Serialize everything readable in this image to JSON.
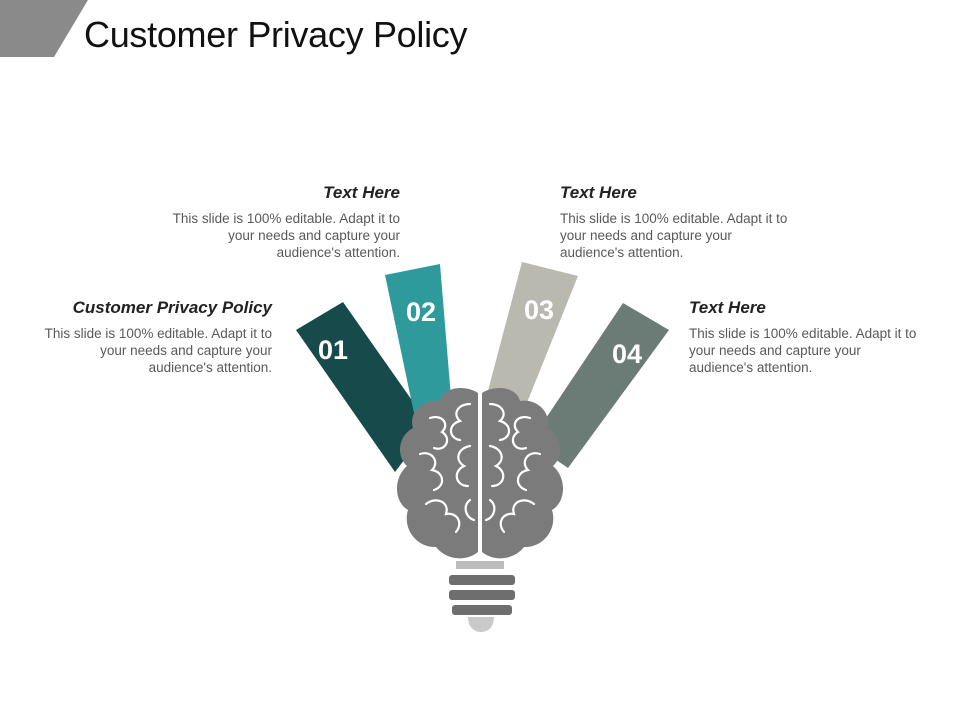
{
  "title": "Customer Privacy Policy",
  "colors": {
    "corner_tab": "#8a8a8a",
    "bar_01": "#174a4b",
    "bar_02": "#2e9a9c",
    "bar_03": "#b9b9af",
    "bar_04": "#6b7c76",
    "brain": "#7b7b7b",
    "bulb_base": "#6e6e6e"
  },
  "items": [
    {
      "number": "01",
      "heading": "Customer Privacy Policy",
      "text": "This slide is 100% editable. Adapt it to your needs and capture your audience's attention."
    },
    {
      "number": "02",
      "heading": "Text Here",
      "text": "This slide is 100% editable. Adapt it to your needs and capture your audience's attention."
    },
    {
      "number": "03",
      "heading": "Text Here",
      "text": "This slide is 100% editable. Adapt it to your needs and capture your audience's attention."
    },
    {
      "number": "04",
      "heading": "Text Here",
      "text": "This slide is 100% editable. Adapt it to your needs and capture your audience's attention."
    }
  ]
}
